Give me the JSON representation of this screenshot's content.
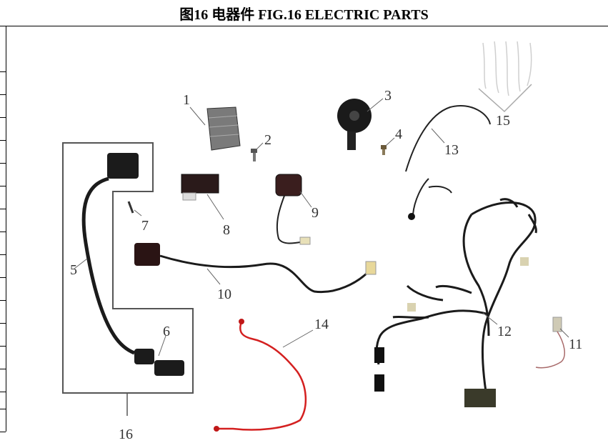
{
  "title": "图16 电器件 FIG.16 ELECTRIC PARTS",
  "callouts": [
    "1",
    "2",
    "3",
    "4",
    "5",
    "6",
    "7",
    "8",
    "9",
    "10",
    "11",
    "12",
    "13",
    "14",
    "15",
    "16"
  ]
}
